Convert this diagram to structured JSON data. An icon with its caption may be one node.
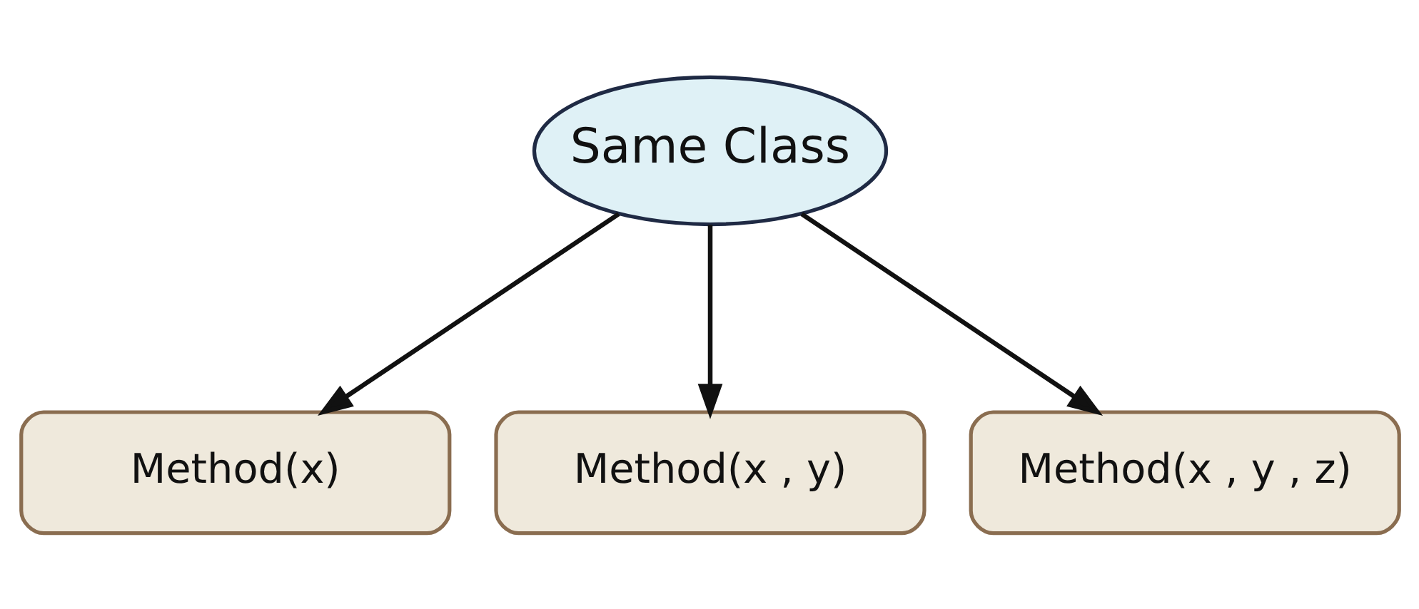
{
  "diagram": {
    "nodes": [
      {
        "text": [
          "Same Class"
        ]
      },
      {
        "text": [
          "Method(x)"
        ]
      },
      {
        "text": [
          "Method(x , y)"
        ]
      },
      {
        "text": [
          "Method(x , y , z)"
        ]
      }
    ],
    "edges": [
      {
        "from": 0,
        "to": 1,
        "arrow": "to"
      },
      {
        "from": 0,
        "to": 2,
        "arrow": "to"
      },
      {
        "from": 0,
        "to": 3,
        "arrow": "to"
      }
    ]
  }
}
